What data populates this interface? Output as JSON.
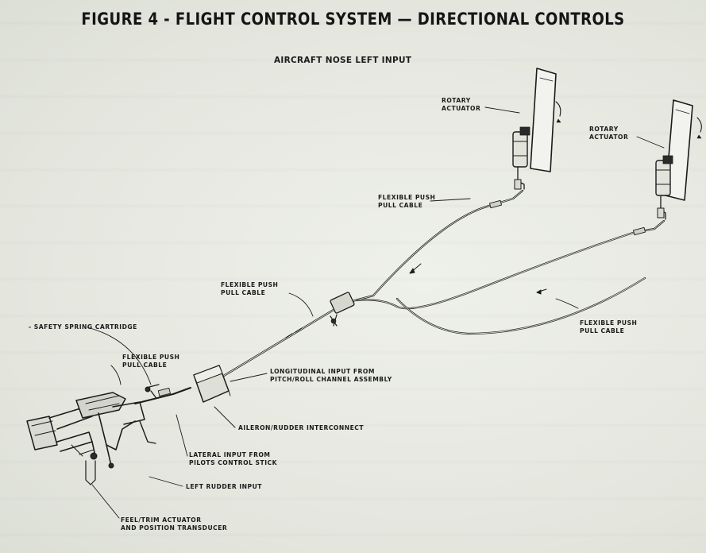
{
  "title": "FIGURE 4 - FLIGHT CONTROL SYSTEM — DIRECTIONAL CONTROLS",
  "subtitle": "AIRCRAFT NOSE LEFT INPUT",
  "labels": {
    "rotary_actuator_1": [
      "ROTARY",
      "ACTUATOR"
    ],
    "rotary_actuator_2": [
      "ROTARY",
      "ACTUATOR"
    ],
    "cable_upper": [
      "FLEXIBLE PUSH",
      "PULL CABLE"
    ],
    "cable_right": [
      "FLEXIBLE PUSH",
      "PULL CABLE"
    ],
    "cable_mid": [
      "FLEXIBLE PUSH",
      "PULL CABLE"
    ],
    "cable_left": [
      "FLEXIBLE PUSH",
      "PULL CABLE"
    ],
    "safety_spring": "SAFETY SPRING CARTRIDGE",
    "longitudinal": [
      "LONGITUDINAL INPUT FROM",
      "PITCH/ROLL CHANNEL ASSEMBLY"
    ],
    "aileron_rudder": "AILERON/RUDDER INTERCONNECT",
    "lateral": [
      "LATERAL INPUT FROM",
      "PILOTS CONTROL STICK"
    ],
    "left_rudder": "LEFT RUDDER INPUT",
    "feel_trim": [
      "FEEL/TRIM ACTUATOR",
      "AND POSITION TRANSDUCER"
    ]
  },
  "colors": {
    "ink": "#1b1b1b",
    "paper": "#e9ebe4"
  }
}
